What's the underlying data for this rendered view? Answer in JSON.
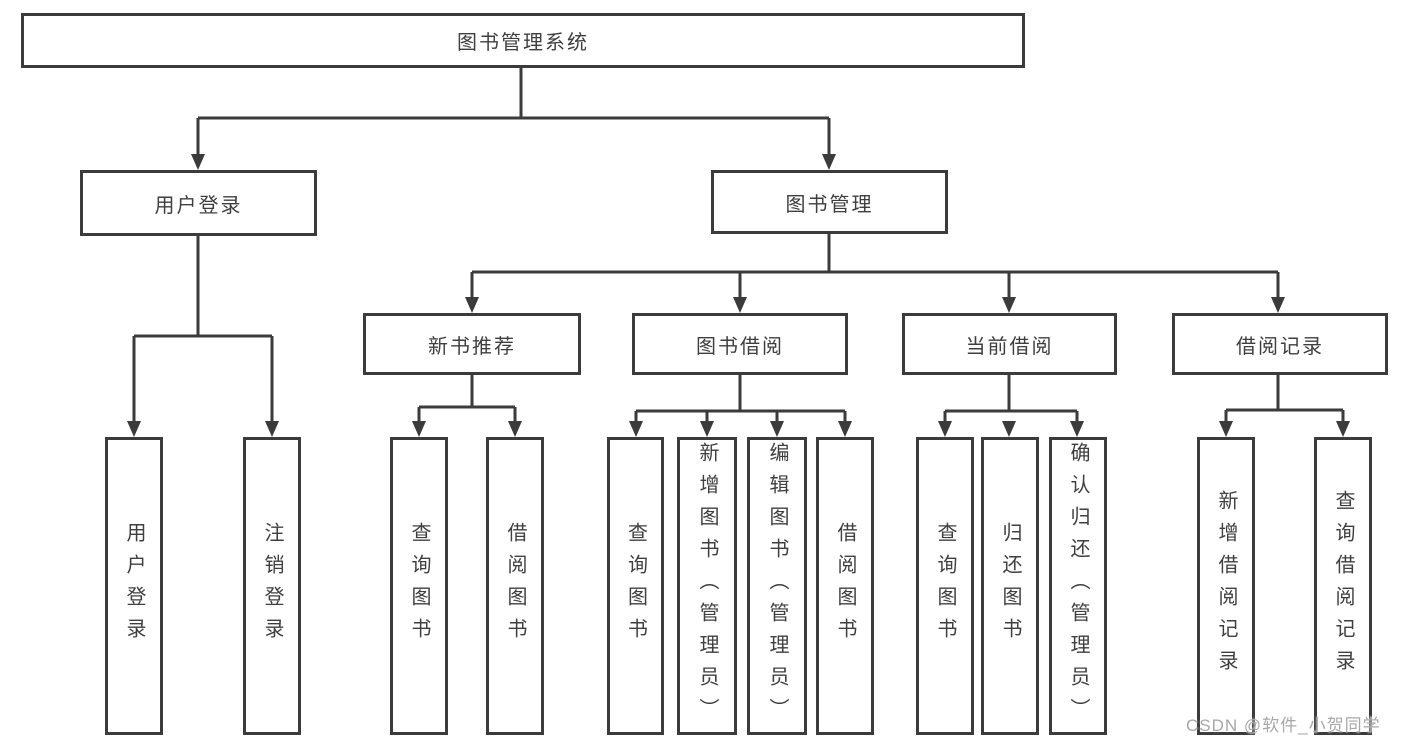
{
  "diagram": {
    "tree": {
      "root": {
        "label": "图书管理系统"
      },
      "children": [
        {
          "label": "用户登录",
          "children": [
            {
              "label": "用户登录"
            },
            {
              "label": "注销登录"
            }
          ]
        },
        {
          "label": "图书管理",
          "children": [
            {
              "label": "新书推荐",
              "children": [
                {
                  "label": "查询图书"
                },
                {
                  "label": "借阅图书"
                }
              ]
            },
            {
              "label": "图书借阅",
              "children": [
                {
                  "label": "查询图书"
                },
                {
                  "label": "新增图书（管理员）"
                },
                {
                  "label": "编辑图书（管理员）"
                },
                {
                  "label": "借阅图书"
                }
              ]
            },
            {
              "label": "当前借阅",
              "children": [
                {
                  "label": "查询图书"
                },
                {
                  "label": "归还图书"
                },
                {
                  "label": "确认归还（管理员）"
                }
              ]
            },
            {
              "label": "借阅记录",
              "children": [
                {
                  "label": "新增借阅记录"
                },
                {
                  "label": "查询借阅记录"
                }
              ]
            }
          ]
        }
      ]
    },
    "watermark": {
      "text": "CSDN @软件_小贺同学"
    },
    "colors": {
      "line": "#3b3b3b",
      "text": "#3f3f3f",
      "box_background": "#ffffff",
      "watermark": "#a8a8a8"
    }
  }
}
